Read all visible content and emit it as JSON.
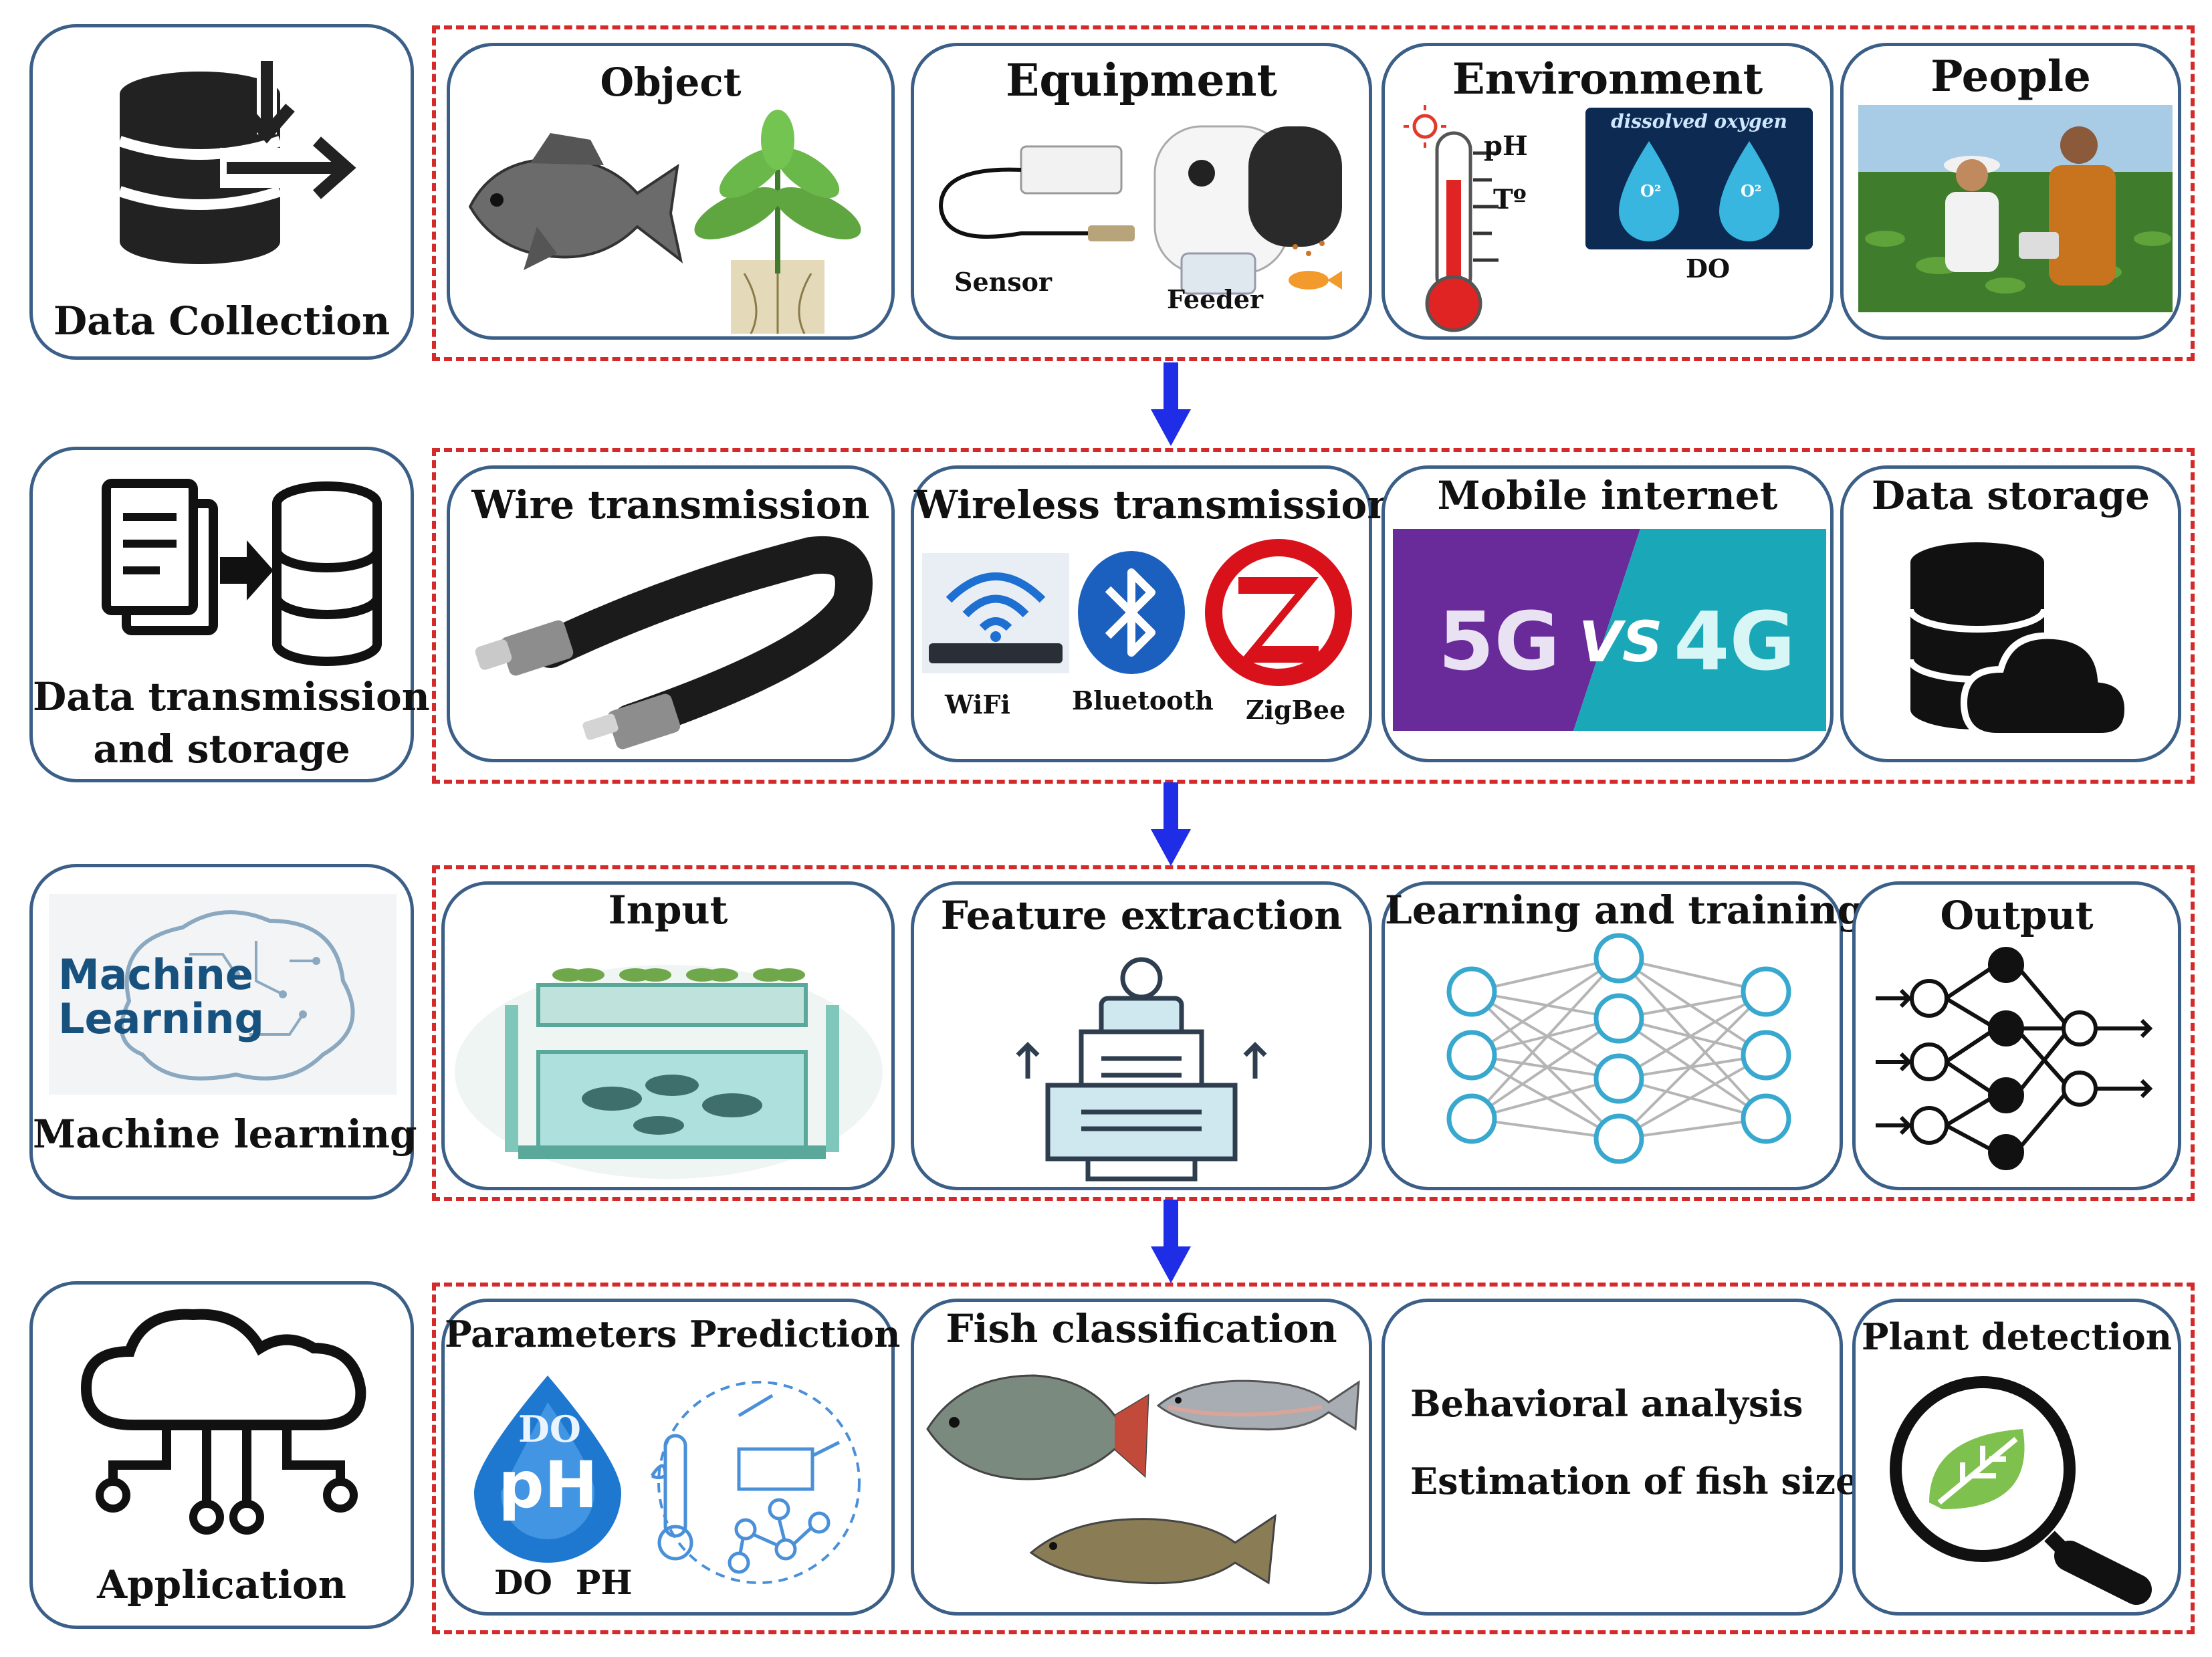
{
  "stages": {
    "collection": {
      "label": "Data Collection",
      "panels": {
        "object": {
          "title": "Object"
        },
        "equipment": {
          "title": "Equipment",
          "sensor": "Sensor",
          "feeder": "Feeder"
        },
        "environment": {
          "title": "Environment",
          "ph": "pH",
          "temp": "Tº",
          "do_banner": "dissolved oxygen",
          "do": "DO",
          "o2": "O²"
        },
        "people": {
          "title": "People"
        }
      }
    },
    "transmission": {
      "label_line1": "Data transmission",
      "label_line2": "and storage",
      "panels": {
        "wire": {
          "title": "Wire transmission"
        },
        "wireless": {
          "title": "Wireless transmission",
          "wifi": "WiFi",
          "bluetooth": "Bluetooth",
          "zigbee": "ZigBee"
        },
        "mobile": {
          "title": "Mobile internet",
          "g5": "5G",
          "vs": "VS",
          "g4": "4G"
        },
        "storage": {
          "title": "Data storage"
        }
      }
    },
    "ml": {
      "label": "Machine learning",
      "logo_line1": "Machine",
      "logo_line2": "Learning",
      "panels": {
        "input": {
          "title": "Input"
        },
        "feature": {
          "title": "Feature extraction"
        },
        "learning": {
          "title": "Learning and training"
        },
        "output": {
          "title": "Output"
        }
      }
    },
    "application": {
      "label": "Application",
      "panels": {
        "params": {
          "title": "Parameters Prediction",
          "drop_do": "DO",
          "drop_ph": "pH",
          "caption": "DO  PH"
        },
        "fish": {
          "title": "Fish classification"
        },
        "behavior": {
          "line1": "Behavioral analysis",
          "line2": "Estimation of fish size"
        },
        "plant": {
          "title": "Plant detection"
        }
      }
    }
  },
  "colors": {
    "box_border": "#3b5f87",
    "dash_border": "#d42a2a",
    "arrow": "#1f2ee6",
    "neuron": "#38a8cf",
    "purple_5g": "#6a2b9a",
    "teal_4g": "#1aa8b8"
  }
}
